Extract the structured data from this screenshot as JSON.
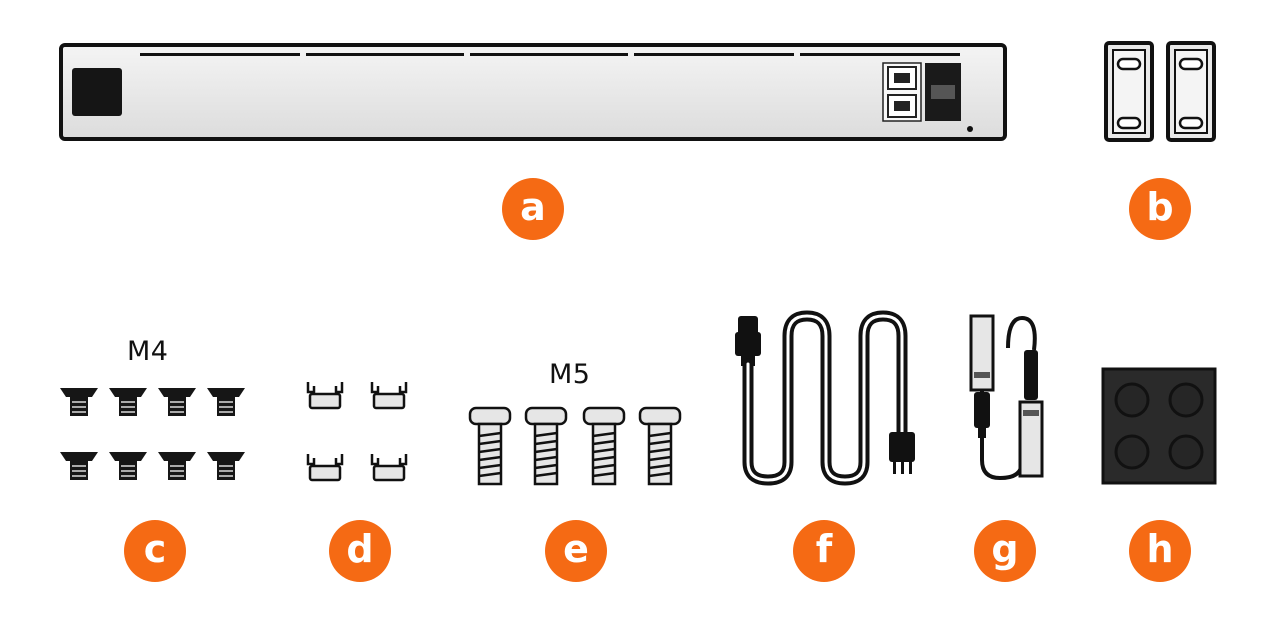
{
  "colors": {
    "badge": "#F56A14",
    "outline": "#111111",
    "metal": "#e9e9e9",
    "dark": "#151515"
  },
  "labels": {
    "a": "a",
    "b": "b",
    "c": "c",
    "d": "d",
    "e": "e",
    "f": "f",
    "g": "g",
    "h": "h"
  },
  "sizes": {
    "m4": "M4",
    "m5": "M5"
  },
  "icons": {
    "a": "rack-mount-switch-icon",
    "b": "rack-ear-bracket-icon",
    "c": "m4-flat-head-screw-icon",
    "d": "cage-nut-icon",
    "e": "m5-pan-head-screw-icon",
    "f": "power-cord-icon",
    "g": "dac-sfp-cable-icon",
    "h": "rubber-feet-icon"
  }
}
